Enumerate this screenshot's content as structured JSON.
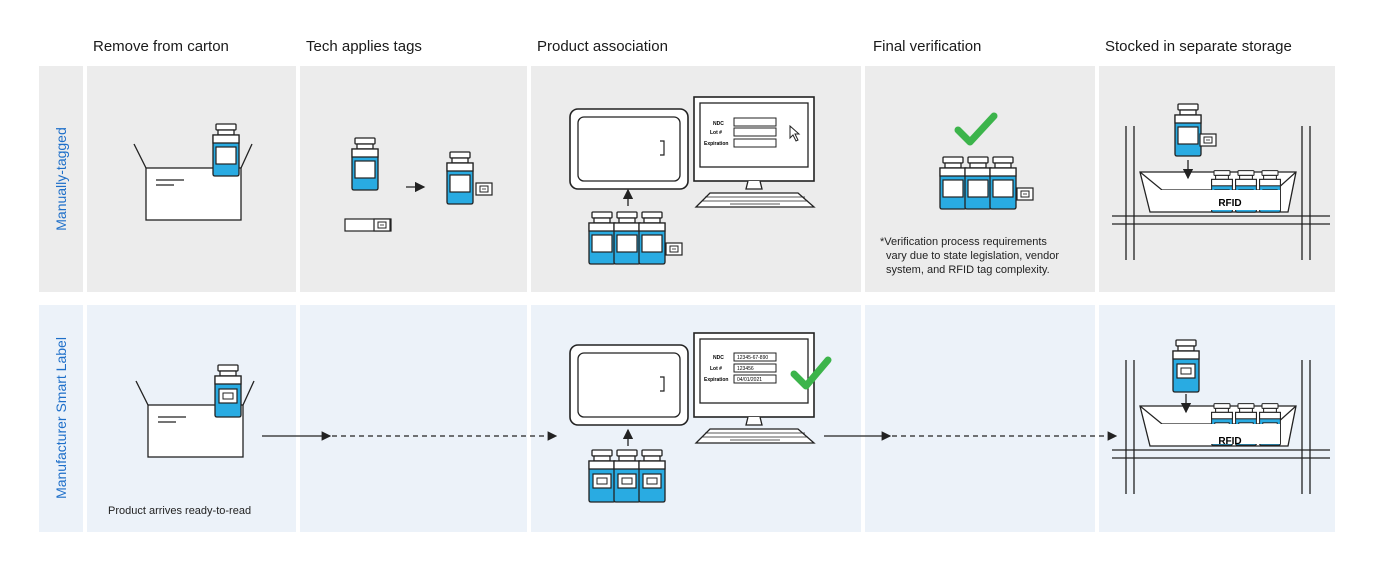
{
  "columns": [
    "Remove from carton",
    "Tech applies tags",
    "Product association",
    "Final verification",
    "Stocked in separate storage"
  ],
  "rows": [
    {
      "label": "Manually-tagged"
    },
    {
      "label": "Manufacturer Smart Label"
    }
  ],
  "manual_form": {
    "fields": [
      "NDC",
      "Lot #",
      "Expiration"
    ],
    "values": [
      "",
      "",
      ""
    ]
  },
  "smart_form": {
    "fields": [
      "NDC",
      "Lot #",
      "Expiration"
    ],
    "values": [
      "12345-67-890",
      "123456",
      "04/01/2021"
    ]
  },
  "verification_note": [
    "*Verification process requirements",
    "vary due to state legislation, vendor",
    "system, and RFID tag complexity."
  ],
  "arrival_note": "Product arrives ready-to-read",
  "storage_label": "RFID",
  "colors": {
    "vial_blue": "#29abe2",
    "check_green": "#3cb44b",
    "row_label_blue": "#1e6fc9"
  }
}
